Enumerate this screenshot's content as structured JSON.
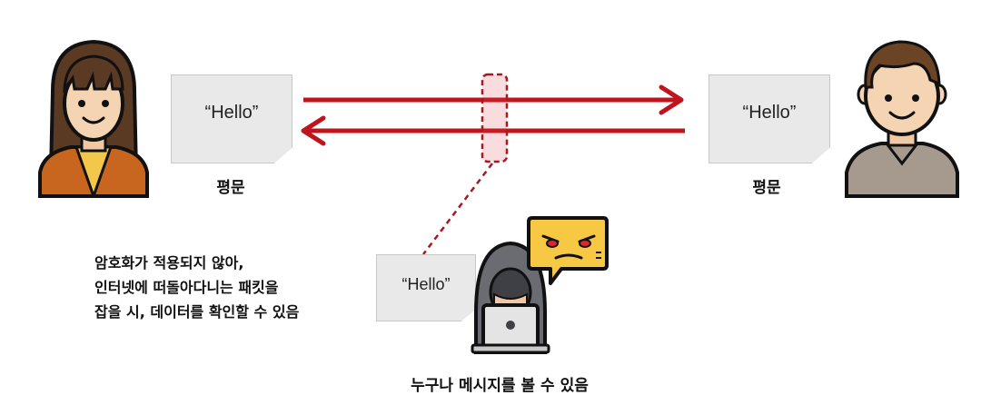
{
  "sender": {
    "icon": "woman-avatar-icon",
    "message": "“Hello”",
    "caption": "평문"
  },
  "receiver": {
    "icon": "man-avatar-icon",
    "message": "“Hello”",
    "caption": "평문"
  },
  "attacker": {
    "icon": "hacker-icon",
    "message": "“Hello”",
    "caption": "누구나 메시지를 볼 수 있음",
    "speech_icon": "angry-face-speech-bubble-icon"
  },
  "description": {
    "lines": [
      "암호화가 적용되지 않아,",
      "인터넷에 떠돌아다니는 패킷을",
      "잡을 시, 데이터를 확인할 수 있음"
    ]
  },
  "colors": {
    "arrow": "#c0141c",
    "intercept": "#a31a20",
    "note_bg": "#e9e9e9"
  }
}
